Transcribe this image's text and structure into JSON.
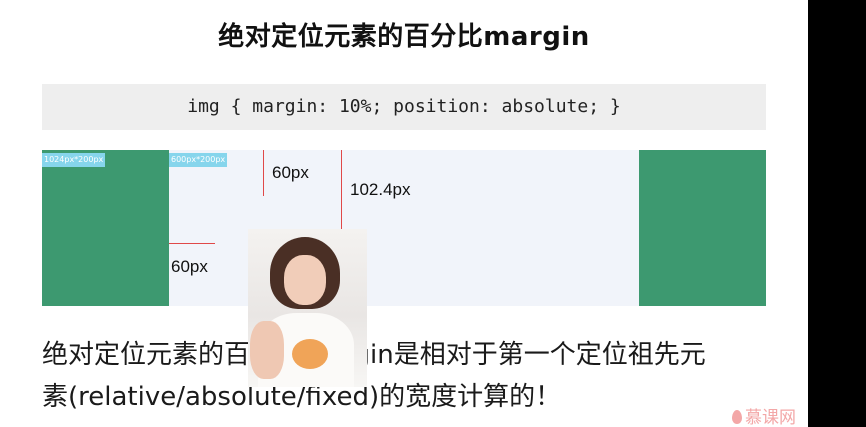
{
  "slide": {
    "title": "绝对定位元素的百分比margin",
    "code": "img { margin: 10%; position: absolute; }",
    "demo": {
      "outer_size_label": "1024px*200px",
      "inner_size_label": "600px*200px",
      "measure_top_inner": "60px",
      "measure_top_outer": "102.4px",
      "measure_left_inner": "60px"
    },
    "photo_description": "portrait-photo",
    "body_line1": "绝对定位元素的百分比margin是相对于第一个定位祖先元",
    "body_line2": "素(relative/absolute/fixed)的宽度计算的！"
  },
  "watermark": {
    "text": "慕课网",
    "icon": "flame-icon",
    "color": "#f3a7a7"
  },
  "colors": {
    "green": "#3d9970",
    "tag_bg": "#86d5ec",
    "line_red": "#e04848",
    "code_bg": "#eeeeee",
    "demo_bg": "#f1f4fa"
  }
}
